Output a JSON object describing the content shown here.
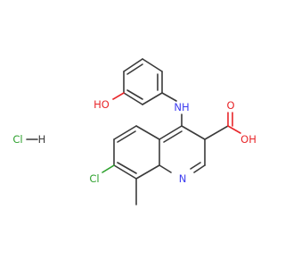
{
  "molecule": {
    "atoms": {
      "nh": {
        "text": "NH",
        "color": "#3c3cf0"
      },
      "ho_phenol": {
        "text": "HO",
        "color": "#e8262a"
      },
      "oh_acid": {
        "text": "OH",
        "color": "#e8262a"
      },
      "o_carbonyl": {
        "text": "O",
        "color": "#e8262a"
      },
      "n_ring": {
        "text": "N",
        "color": "#3c3cf0"
      },
      "cl_ring": {
        "text": "Cl",
        "color": "#2ea12e"
      },
      "hcl_cl": {
        "text": "Cl",
        "color": "#2ea12e"
      },
      "hcl_h": {
        "text": "H",
        "color": "#3a3a3a"
      }
    },
    "colors": {
      "bond": "#3a3a3a",
      "oxygen": "#e8262a",
      "nitrogen": "#3c3cf0",
      "chlorine": "#2ea12e"
    }
  }
}
